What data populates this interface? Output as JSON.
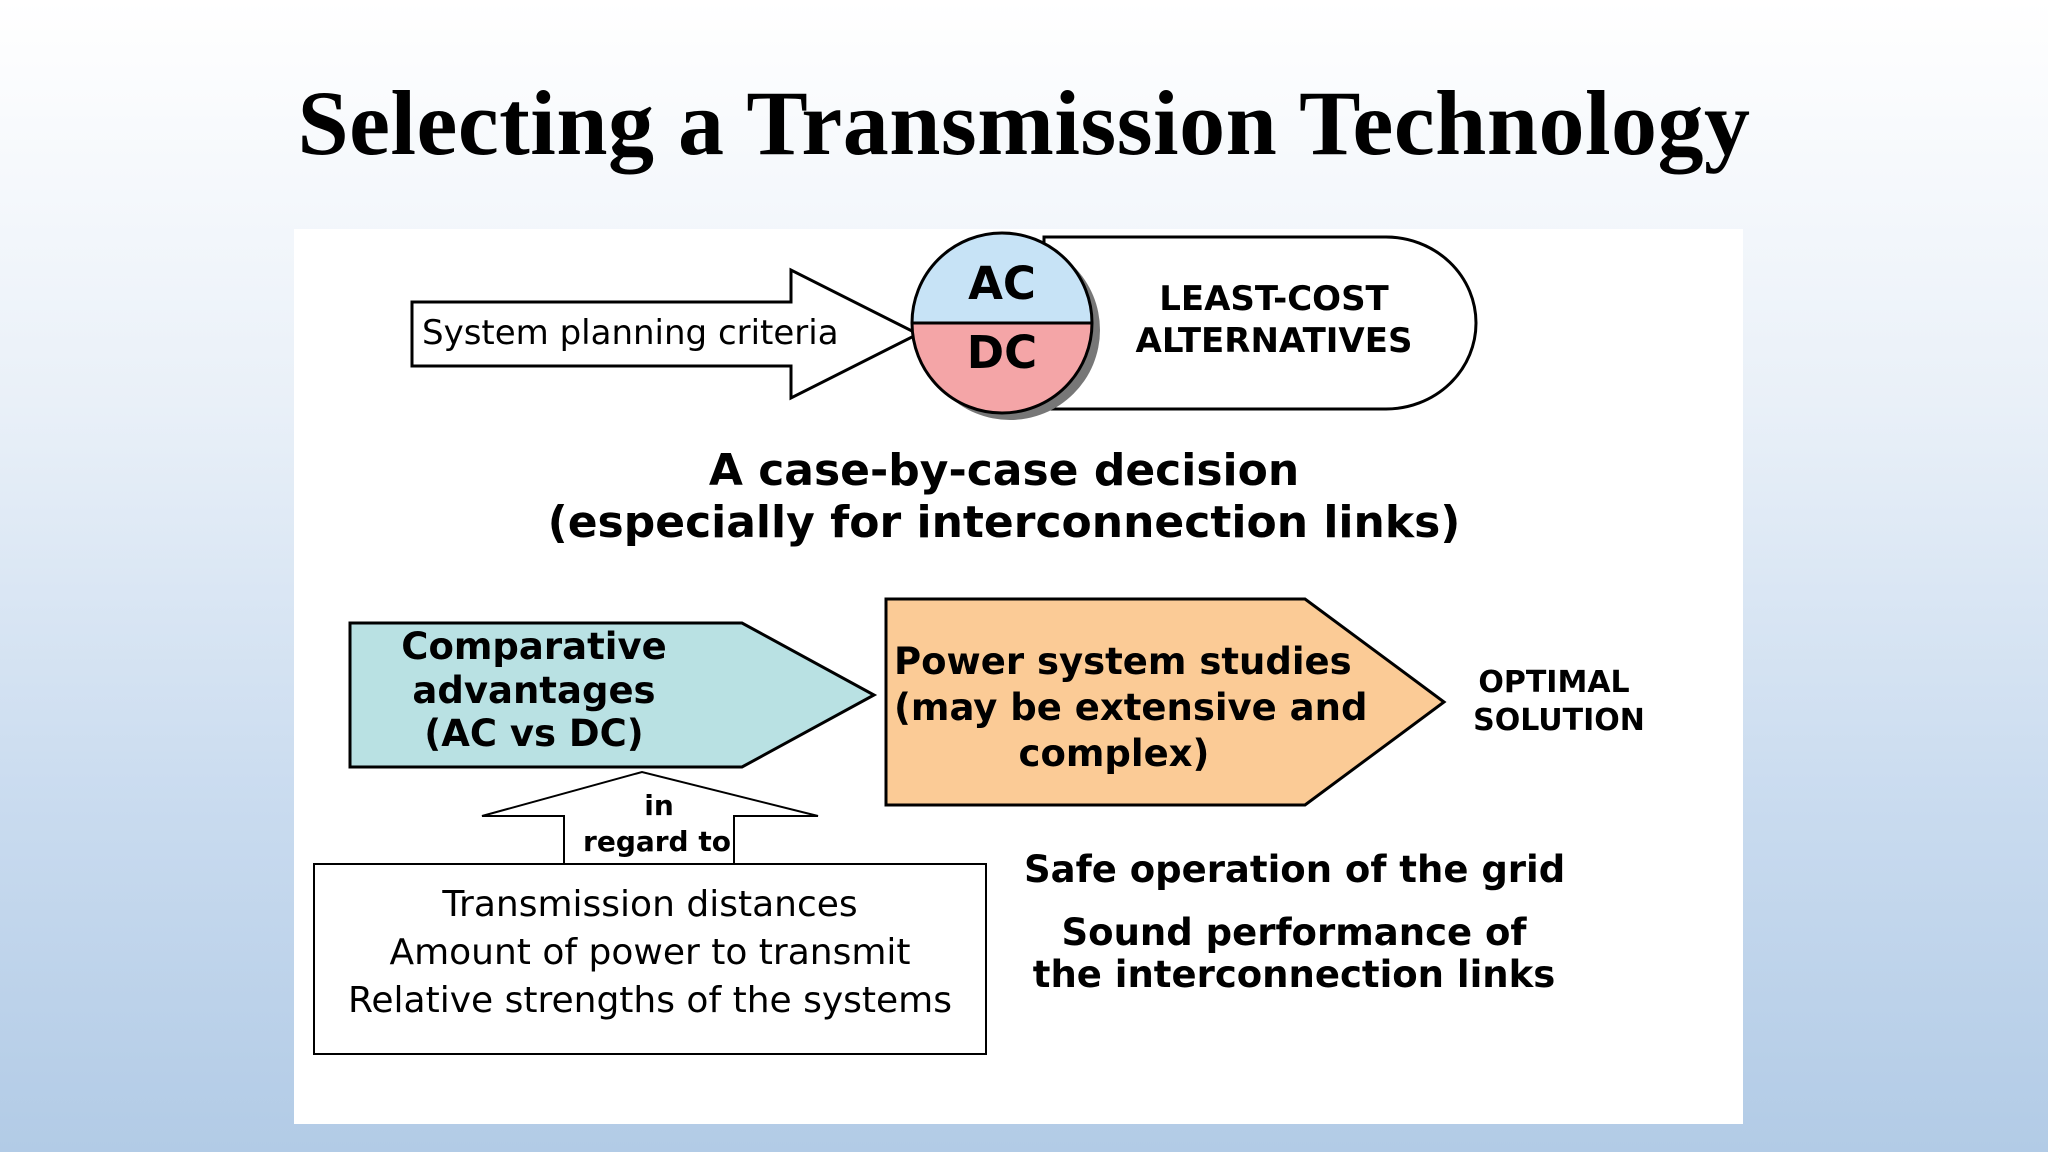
{
  "slide": {
    "title": "Selecting a Transmission Technology"
  },
  "diagram": {
    "input_arrow_label": "System planning criteria",
    "ac_label": "AC",
    "dc_label": "DC",
    "alternatives_line1": "LEAST-COST",
    "alternatives_line2": "ALTERNATIVES",
    "decision_line1": "A case-by-case decision",
    "decision_line2": "(especially for interconnection links)",
    "comparative_line1": "Comparative",
    "comparative_line2": "advantages",
    "comparative_line3": "(AC vs DC)",
    "regard_line1": "in",
    "regard_line2": "regard to",
    "factors": [
      "Transmission distances",
      "Amount of power to transmit",
      "Relative strengths of the systems"
    ],
    "studies_line1": "Power system studies",
    "studies_line2": "(may be extensive and",
    "studies_line3": "complex)",
    "optimal_line1": "OPTIMAL",
    "optimal_line2": "SOLUTION",
    "outcome_line1": "Safe operation of the grid",
    "outcome_line2": "Sound performance of",
    "outcome_line3": "the interconnection links"
  },
  "colors": {
    "ac_fill": "#c7e3f6",
    "dc_fill": "#f4a5a7",
    "comparative_fill": "#b9e1e3",
    "studies_fill": "#fbcb96"
  }
}
